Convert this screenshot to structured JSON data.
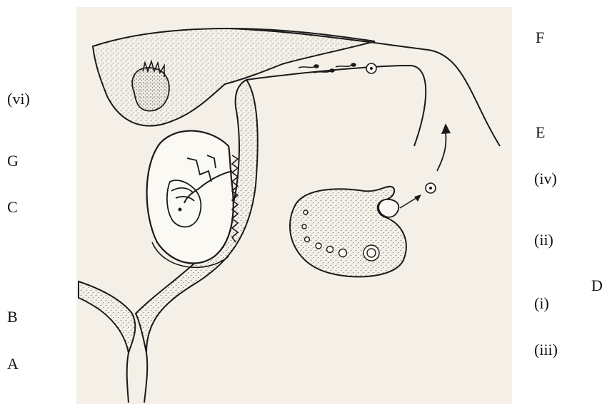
{
  "labels": {
    "vi": "(vi)",
    "G": "G",
    "C": "C",
    "B": "B",
    "A": "A",
    "F": "F",
    "E": "E",
    "iv": "(iv)",
    "ii": "(ii)",
    "i": "(i)",
    "iii": "(iii)",
    "D": "D"
  },
  "colors": {
    "paper": "#f4f0e8",
    "ink": "#1a1a1a",
    "stipple": "#6b6b6b",
    "cavity": "#fbf9f4"
  }
}
